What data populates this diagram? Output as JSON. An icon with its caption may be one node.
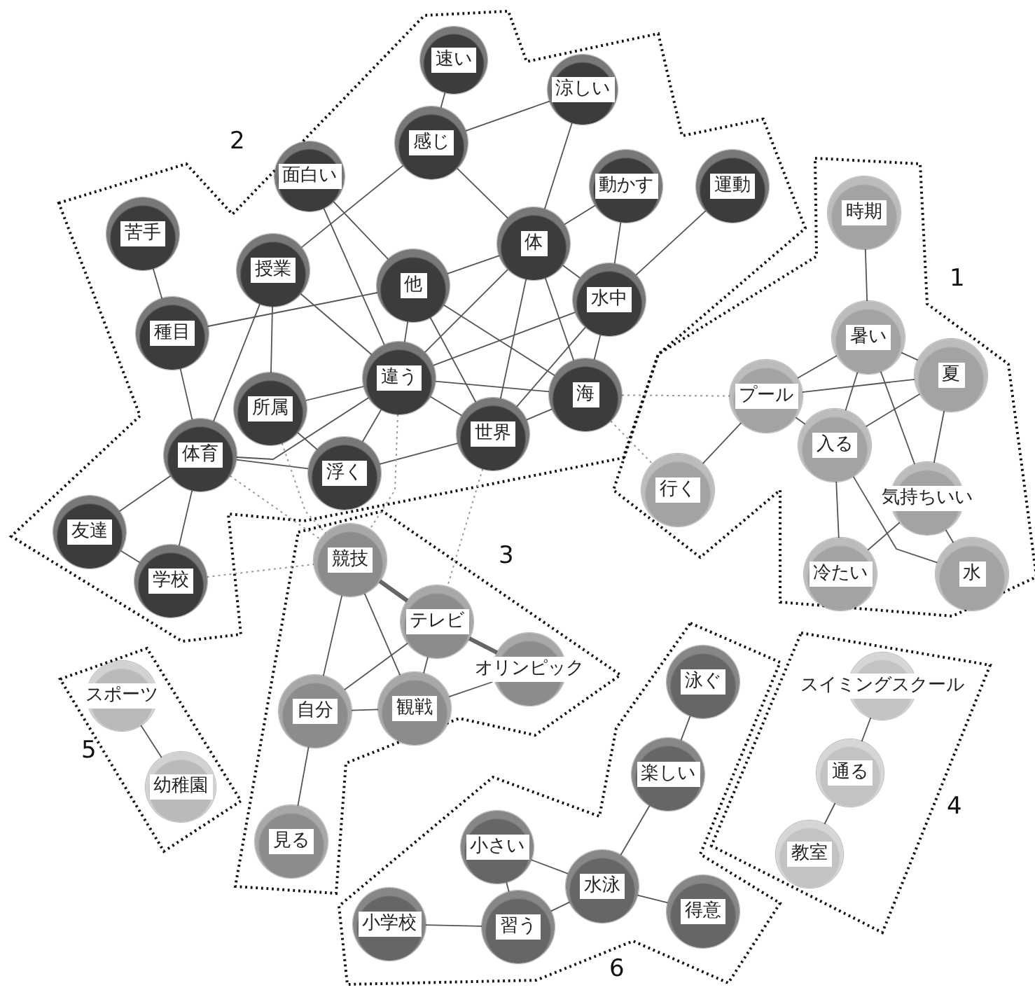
{
  "diagram": {
    "nodes": [
      {
        "text": [
          "速い"
        ]
      },
      {
        "text": [
          "涼しい"
        ]
      },
      {
        "text": [
          "感じ"
        ]
      },
      {
        "text": [
          "面白い"
        ]
      },
      {
        "text": [
          "動かす"
        ]
      },
      {
        "text": [
          "運動"
        ]
      },
      {
        "text": [
          "苦手"
        ]
      },
      {
        "text": [
          "体"
        ]
      },
      {
        "text": [
          "授業"
        ]
      },
      {
        "text": [
          "他"
        ]
      },
      {
        "text": [
          "水中"
        ]
      },
      {
        "text": [
          "種目"
        ]
      },
      {
        "text": [
          "違う"
        ]
      },
      {
        "text": [
          "所属"
        ]
      },
      {
        "text": [
          "海"
        ]
      },
      {
        "text": [
          "世界"
        ]
      },
      {
        "text": [
          "体育"
        ]
      },
      {
        "text": [
          "浮く"
        ]
      },
      {
        "text": [
          "友達"
        ]
      },
      {
        "text": [
          "学校"
        ]
      },
      {
        "text": [
          "時期"
        ]
      },
      {
        "text": [
          "暑い"
        ]
      },
      {
        "text": [
          "夏"
        ]
      },
      {
        "text": [
          "プール"
        ]
      },
      {
        "text": [
          "入る"
        ]
      },
      {
        "text": [
          "気持ちいい"
        ]
      },
      {
        "text": [
          "行く"
        ]
      },
      {
        "text": [
          "冷たい"
        ]
      },
      {
        "text": [
          "水"
        ]
      },
      {
        "text": [
          "競技"
        ]
      },
      {
        "text": [
          "テレビ"
        ]
      },
      {
        "text": [
          "オリンピック"
        ]
      },
      {
        "text": [
          "自分"
        ]
      },
      {
        "text": [
          "観戦"
        ]
      },
      {
        "text": [
          "見る"
        ]
      },
      {
        "text": [
          "スポーツ"
        ]
      },
      {
        "text": [
          "幼稚園"
        ]
      },
      {
        "text": [
          "スイミングスクール"
        ]
      },
      {
        "text": [
          "通る"
        ]
      },
      {
        "text": [
          "教室"
        ]
      },
      {
        "text": [
          "泳ぐ"
        ]
      },
      {
        "text": [
          "楽しい"
        ]
      },
      {
        "text": [
          "小さい"
        ]
      },
      {
        "text": [
          "水泳"
        ]
      },
      {
        "text": [
          "得意"
        ]
      },
      {
        "text": [
          "小学校"
        ]
      },
      {
        "text": [
          "習う"
        ]
      }
    ],
    "edges": [
      {
        "from": 0,
        "to": 2,
        "arrow": "none"
      },
      {
        "from": 1,
        "to": 2,
        "arrow": "none"
      },
      {
        "from": 1,
        "to": 7,
        "arrow": "none"
      },
      {
        "from": 2,
        "to": 7,
        "arrow": "none"
      },
      {
        "from": 2,
        "to": 8,
        "arrow": "none"
      },
      {
        "from": 3,
        "to": 9,
        "arrow": "none"
      },
      {
        "from": 3,
        "to": 12,
        "arrow": "none"
      },
      {
        "from": 4,
        "to": 7,
        "arrow": "none"
      },
      {
        "from": 4,
        "to": 10,
        "arrow": "none"
      },
      {
        "from": 5,
        "to": 10,
        "arrow": "none"
      },
      {
        "from": 6,
        "to": 11,
        "arrow": "none"
      },
      {
        "from": 7,
        "to": 9,
        "arrow": "none"
      },
      {
        "from": 7,
        "to": 10,
        "arrow": "none"
      },
      {
        "from": 7,
        "to": 12,
        "arrow": "none"
      },
      {
        "from": 7,
        "to": 15,
        "arrow": "none"
      },
      {
        "from": 7,
        "to": 14,
        "arrow": "none"
      },
      {
        "from": 8,
        "to": 12,
        "arrow": "none"
      },
      {
        "from": 8,
        "to": 13,
        "arrow": "none"
      },
      {
        "from": 8,
        "to": 16,
        "arrow": "none"
      },
      {
        "from": 9,
        "to": 12,
        "arrow": "none"
      },
      {
        "from": 9,
        "to": 15,
        "arrow": "none"
      },
      {
        "from": 9,
        "to": 14,
        "arrow": "none"
      },
      {
        "from": 11,
        "to": 9,
        "arrow": "none"
      },
      {
        "from": 11,
        "to": 16,
        "arrow": "none"
      },
      {
        "from": 10,
        "to": 12,
        "arrow": "none"
      },
      {
        "from": 10,
        "to": 14,
        "arrow": "none"
      },
      {
        "from": 10,
        "to": 15,
        "arrow": "none"
      },
      {
        "from": 12,
        "to": 13,
        "arrow": "none"
      },
      {
        "from": 12,
        "to": 16,
        "arrow": "none"
      },
      {
        "from": 12,
        "to": 14,
        "arrow": "none"
      },
      {
        "from": 12,
        "to": 15,
        "arrow": "none"
      },
      {
        "from": 12,
        "to": 17,
        "arrow": "none"
      },
      {
        "from": 14,
        "to": 15,
        "arrow": "none"
      },
      {
        "from": 17,
        "to": 15,
        "arrow": "none"
      },
      {
        "from": 13,
        "to": 17,
        "arrow": "none"
      },
      {
        "from": 16,
        "to": 17,
        "arrow": "none"
      },
      {
        "from": 16,
        "to": 18,
        "arrow": "none"
      },
      {
        "from": 16,
        "to": 19,
        "arrow": "none"
      },
      {
        "from": 18,
        "to": 19,
        "arrow": "none"
      },
      {
        "from": 20,
        "to": 21,
        "arrow": "none"
      },
      {
        "from": 21,
        "to": 22,
        "arrow": "none"
      },
      {
        "from": 21,
        "to": 23,
        "arrow": "none"
      },
      {
        "from": 21,
        "to": 24,
        "arrow": "none"
      },
      {
        "from": 21,
        "to": 25,
        "arrow": "none"
      },
      {
        "from": 22,
        "to": 23,
        "arrow": "none"
      },
      {
        "from": 22,
        "to": 24,
        "arrow": "none"
      },
      {
        "from": 22,
        "to": 25,
        "arrow": "none"
      },
      {
        "from": 23,
        "to": 24,
        "arrow": "none"
      },
      {
        "from": 23,
        "to": 26,
        "arrow": "none"
      },
      {
        "from": 24,
        "to": 28,
        "arrow": "none"
      },
      {
        "from": 24,
        "to": 27,
        "arrow": "none"
      },
      {
        "from": 25,
        "to": 27,
        "arrow": "none"
      },
      {
        "from": 25,
        "to": 28,
        "arrow": "none"
      },
      {
        "from": 14,
        "to": 23,
        "arrow": "none",
        "style": "dashed"
      },
      {
        "from": 14,
        "to": 26,
        "arrow": "none",
        "style": "dashed"
      },
      {
        "from": 19,
        "to": 29,
        "arrow": "none",
        "style": "dashed"
      },
      {
        "from": 16,
        "to": 29,
        "arrow": "none",
        "style": "dashed"
      },
      {
        "from": 13,
        "to": 29,
        "arrow": "none",
        "style": "dashed"
      },
      {
        "from": 12,
        "to": 29,
        "arrow": "none",
        "style": "dashed"
      },
      {
        "from": 15,
        "to": 30,
        "arrow": "none",
        "style": "dashed"
      },
      {
        "from": 29,
        "to": 30,
        "arrow": "none",
        "style": "thick"
      },
      {
        "from": 30,
        "to": 31,
        "arrow": "none",
        "style": "thick"
      },
      {
        "from": 29,
        "to": 32,
        "arrow": "none"
      },
      {
        "from": 29,
        "to": 33,
        "arrow": "none"
      },
      {
        "from": 30,
        "to": 32,
        "arrow": "none"
      },
      {
        "from": 30,
        "to": 33,
        "arrow": "none"
      },
      {
        "from": 32,
        "to": 33,
        "arrow": "none"
      },
      {
        "from": 33,
        "to": 31,
        "arrow": "none"
      },
      {
        "from": 32,
        "to": 34,
        "arrow": "none"
      },
      {
        "from": 35,
        "to": 36,
        "arrow": "none"
      },
      {
        "from": 37,
        "to": 38,
        "arrow": "none"
      },
      {
        "from": 38,
        "to": 39,
        "arrow": "none"
      },
      {
        "from": 40,
        "to": 41,
        "arrow": "none"
      },
      {
        "from": 41,
        "to": 43,
        "arrow": "none"
      },
      {
        "from": 42,
        "to": 43,
        "arrow": "none"
      },
      {
        "from": 42,
        "to": 46,
        "arrow": "none"
      },
      {
        "from": 43,
        "to": 46,
        "arrow": "none"
      },
      {
        "from": 43,
        "to": 44,
        "arrow": "none"
      },
      {
        "from": 45,
        "to": 46,
        "arrow": "none"
      }
    ],
    "labels": [
      "2",
      "1",
      "3",
      "5",
      "4",
      "6"
    ]
  }
}
